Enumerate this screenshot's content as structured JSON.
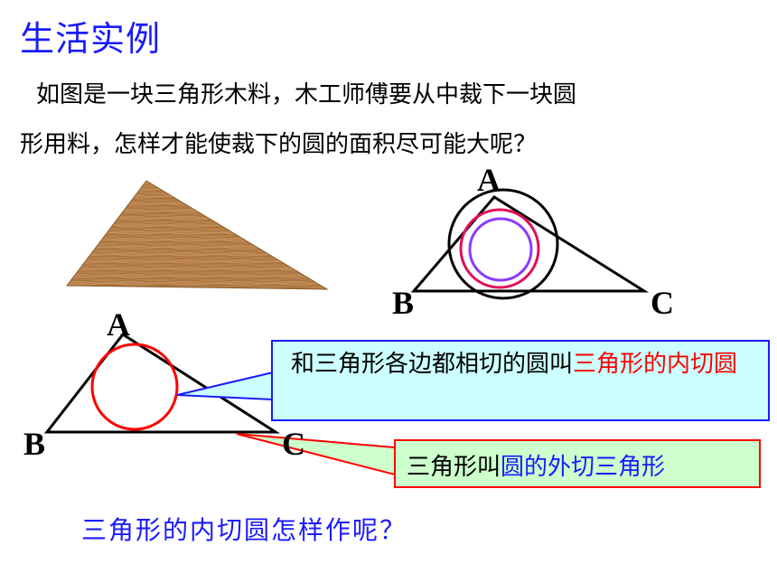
{
  "title": "生活实例",
  "paragraph": {
    "line1": "如图是一块三角形木料，木工师傅要从中裁下一块圆",
    "line2": "形用料，怎样才能使裁下的圆的面积尽可能大呢？"
  },
  "top_triangle_labels": {
    "a": "A",
    "b": "B",
    "c": "C"
  },
  "bottom_triangle_labels": {
    "a": "A",
    "b": "B",
    "c": "C"
  },
  "callout1": {
    "text_black": "和三角形各边都相切的圆叫",
    "text_red": "三角形的内切圆"
  },
  "callout2": {
    "text_black": "三角形叫",
    "text_blue": "圆的外切三角形"
  },
  "question": "三角形的内切圆怎样作呢？",
  "colors": {
    "title": "#1a1aff",
    "accent_red": "#ff0000",
    "accent_blue": "#1a1aff",
    "callout1_bg": "#ccffff",
    "callout2_bg": "#ccffcc"
  },
  "icons": [
    "wood-triangle-image"
  ]
}
